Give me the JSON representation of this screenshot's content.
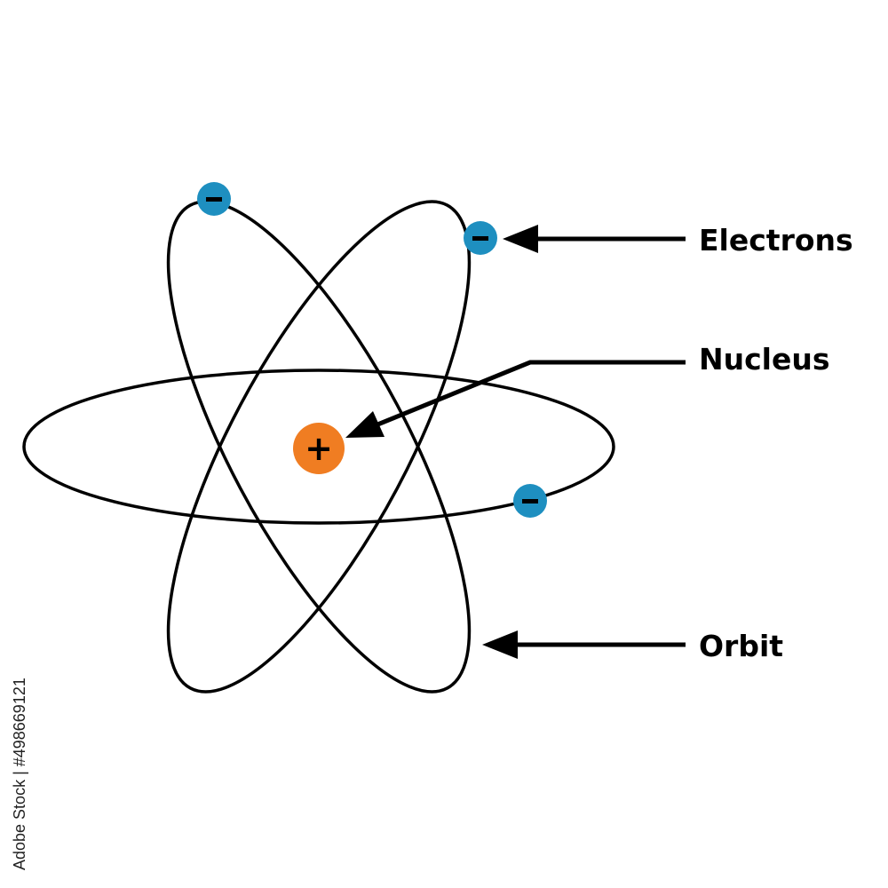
{
  "labels": {
    "electrons": "Electrons",
    "nucleus": "Nucleus",
    "orbit": "Orbit"
  },
  "nucleus": {
    "sign": "+",
    "color": "#f07d22"
  },
  "electron": {
    "sign": "−",
    "color": "#1e8fc0"
  },
  "watermark": "Adobe Stock | #498669121"
}
